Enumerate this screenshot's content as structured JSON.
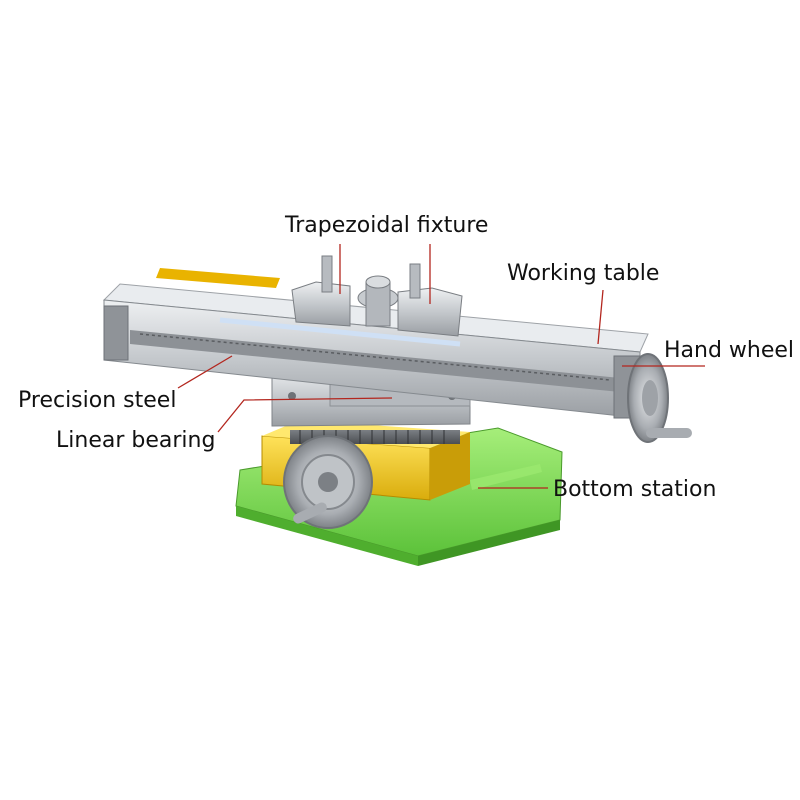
{
  "labels": {
    "trapezoidal_fixture": "Trapezoidal fixture",
    "working_table": "Working table",
    "hand_wheel": "Hand wheel",
    "precision_steel": "Precision steel",
    "linear_bearing": "Linear bearing",
    "bottom_station": "Bottom station"
  },
  "colors": {
    "leader_line": "#b3261e",
    "base_green": "#7ed957",
    "saddle_yellow": "#f2cc1c",
    "table_silver": "#c9ccd0",
    "label_text": "#111111"
  }
}
